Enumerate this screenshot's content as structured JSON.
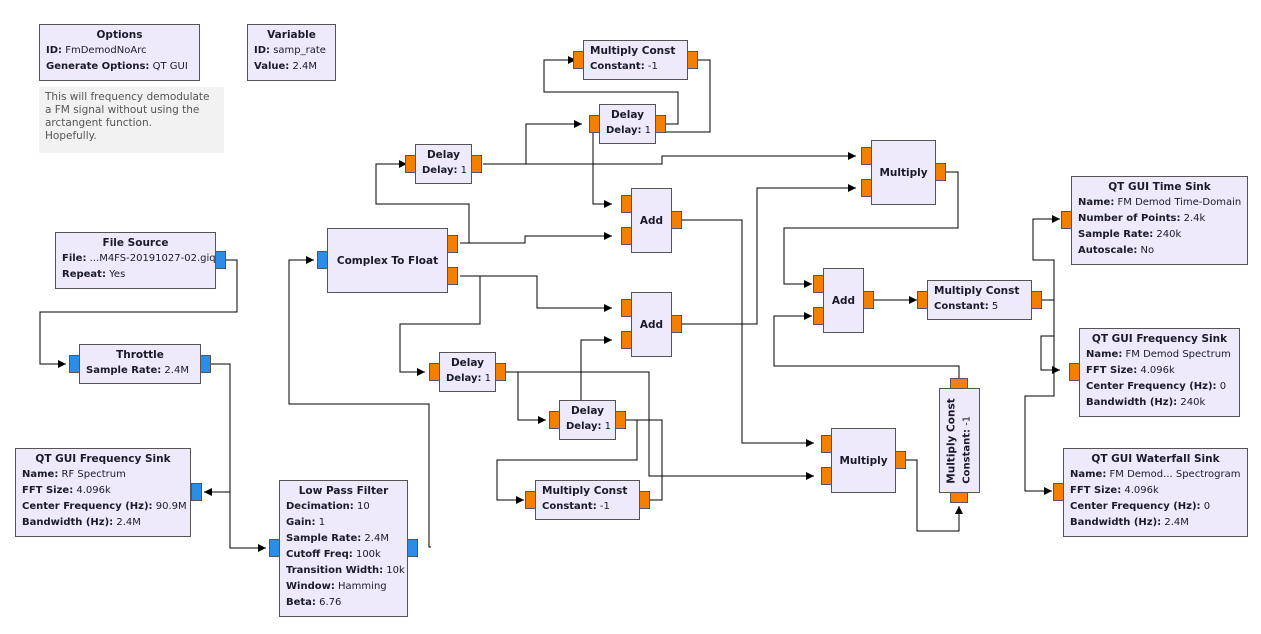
{
  "flowgraph": {
    "options": {
      "title": "Options",
      "params": [
        {
          "k": "ID:",
          "v": "FmDemodNoArc"
        },
        {
          "k": "Generate Options:",
          "v": "QT GUI"
        }
      ]
    },
    "variable": {
      "title": "Variable",
      "params": [
        {
          "k": "ID:",
          "v": "samp_rate"
        },
        {
          "k": "Value:",
          "v": "2.4M"
        }
      ]
    },
    "note": {
      "lines": [
        "This will frequency demodulate",
        "a FM signal without using the",
        "arctangent function.",
        "Hopefully."
      ]
    },
    "file_source": {
      "title": "File Source",
      "params": [
        {
          "k": "File:",
          "v": "...M4FS-20191027-02.giq"
        },
        {
          "k": "Repeat:",
          "v": "Yes"
        }
      ]
    },
    "throttle": {
      "title": "Throttle",
      "params": [
        {
          "k": "Sample Rate:",
          "v": "2.4M"
        }
      ]
    },
    "rf_freq_sink": {
      "title": "QT GUI Frequency Sink",
      "params": [
        {
          "k": "Name:",
          "v": "RF Spectrum"
        },
        {
          "k": "FFT Size:",
          "v": "4.096k"
        },
        {
          "k": "Center Frequency (Hz):",
          "v": "90.9M"
        },
        {
          "k": "Bandwidth (Hz):",
          "v": "2.4M"
        }
      ]
    },
    "low_pass": {
      "title": "Low Pass Filter",
      "params": [
        {
          "k": "Decimation:",
          "v": "10"
        },
        {
          "k": "Gain:",
          "v": "1"
        },
        {
          "k": "Sample Rate:",
          "v": "2.4M"
        },
        {
          "k": "Cutoff Freq:",
          "v": "100k"
        },
        {
          "k": "Transition Width:",
          "v": "10k"
        },
        {
          "k": "Window:",
          "v": "Hamming"
        },
        {
          "k": "Beta:",
          "v": "6.76"
        }
      ]
    },
    "complex_to_float": {
      "title": "Complex To Float"
    },
    "delay_1": {
      "title": "Delay",
      "params": [
        {
          "k": "Delay:",
          "v": "1"
        }
      ]
    },
    "delay_2": {
      "title": "Delay",
      "params": [
        {
          "k": "Delay:",
          "v": "1"
        }
      ]
    },
    "delay_3": {
      "title": "Delay",
      "params": [
        {
          "k": "Delay:",
          "v": "1"
        }
      ]
    },
    "delay_4": {
      "title": "Delay",
      "params": [
        {
          "k": "Delay:",
          "v": "1"
        }
      ]
    },
    "mult_const_1": {
      "title": "Multiply Const",
      "params": [
        {
          "k": "Constant:",
          "v": "-1"
        }
      ]
    },
    "mult_const_2": {
      "title": "Multiply Const",
      "params": [
        {
          "k": "Constant:",
          "v": "-1"
        }
      ]
    },
    "mult_const_3": {
      "title": "Multiply Const",
      "params": [
        {
          "k": "Constant:",
          "v": "5"
        }
      ]
    },
    "mult_const_4": {
      "title": "Multiply Const",
      "params": [
        {
          "k": "Constant:",
          "v": "-1"
        }
      ]
    },
    "add_1": {
      "title": "Add"
    },
    "add_2": {
      "title": "Add"
    },
    "add_3": {
      "title": "Add"
    },
    "multiply_1": {
      "title": "Multiply"
    },
    "multiply_2": {
      "title": "Multiply"
    },
    "time_sink": {
      "title": "QT GUI Time Sink",
      "params": [
        {
          "k": "Name:",
          "v": "FM Demod Time-Domain"
        },
        {
          "k": "Number of Points:",
          "v": "2.4k"
        },
        {
          "k": "Sample Rate:",
          "v": "240k"
        },
        {
          "k": "Autoscale:",
          "v": "No"
        }
      ]
    },
    "fm_freq_sink": {
      "title": "QT GUI Frequency Sink",
      "params": [
        {
          "k": "Name:",
          "v": "FM Demod Spectrum"
        },
        {
          "k": "FFT Size:",
          "v": "4.096k"
        },
        {
          "k": "Center Frequency (Hz):",
          "v": "0"
        },
        {
          "k": "Bandwidth (Hz):",
          "v": "240k"
        }
      ]
    },
    "waterfall_sink": {
      "title": "QT GUI Waterfall Sink",
      "params": [
        {
          "k": "Name:",
          "v": "FM Demod... Spectrogram"
        },
        {
          "k": "FFT Size:",
          "v": "4.096k"
        },
        {
          "k": "Center Frequency (Hz):",
          "v": "0"
        },
        {
          "k": "Bandwidth (Hz):",
          "v": "2.4M"
        }
      ]
    }
  },
  "colors": {
    "block_bg": "#eeeafc",
    "port_float": "#f57f00",
    "port_complex": "#2a8ee8",
    "note_bg": "#f2f2f2",
    "wire": "#000000"
  }
}
